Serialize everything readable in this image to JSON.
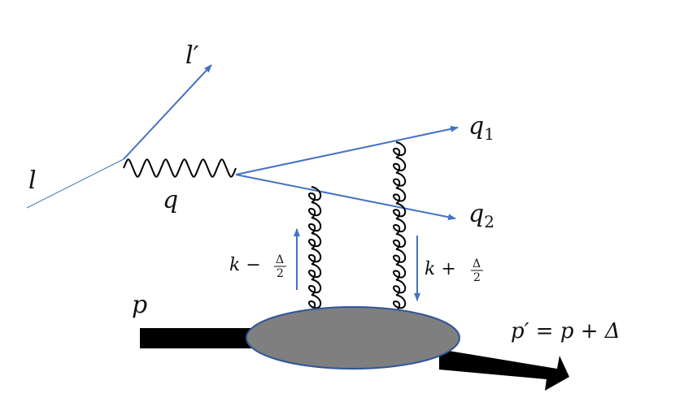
{
  "labels": {
    "l": "l",
    "l_prime": "l′",
    "q": "q",
    "q1": "q",
    "q1_sub": "1",
    "q2": "q",
    "q2_sub": "2",
    "p": "p",
    "p_prime": "p′ = p + Δ",
    "k_minus_k": "k −",
    "k_minus_num": "Δ",
    "k_minus_den": "2",
    "k_plus_k": "k +",
    "k_plus_num": "Δ",
    "k_plus_den": "2"
  },
  "colors": {
    "fermion_line": "#4472C4",
    "gluon_line": "#000000",
    "blob_fill": "#7f7f7f",
    "blob_stroke": "#2F5597",
    "proton_arrow": "#000000"
  }
}
